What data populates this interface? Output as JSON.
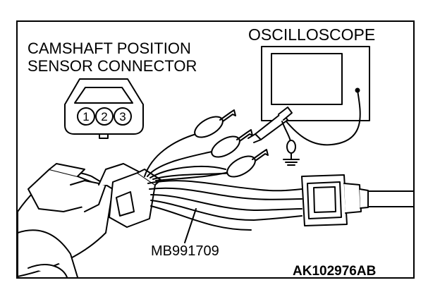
{
  "labels": {
    "oscilloscope": "OSCILLOSCOPE",
    "connector_line1": "CAMSHAFT POSITION",
    "connector_line2": "SENSOR CONNECTOR",
    "tool": "MB991709",
    "figure_code": "AK102976AB"
  },
  "connector_pins": [
    "1",
    "2",
    "3"
  ],
  "colors": {
    "line": "#000000",
    "background": "#ffffff"
  }
}
